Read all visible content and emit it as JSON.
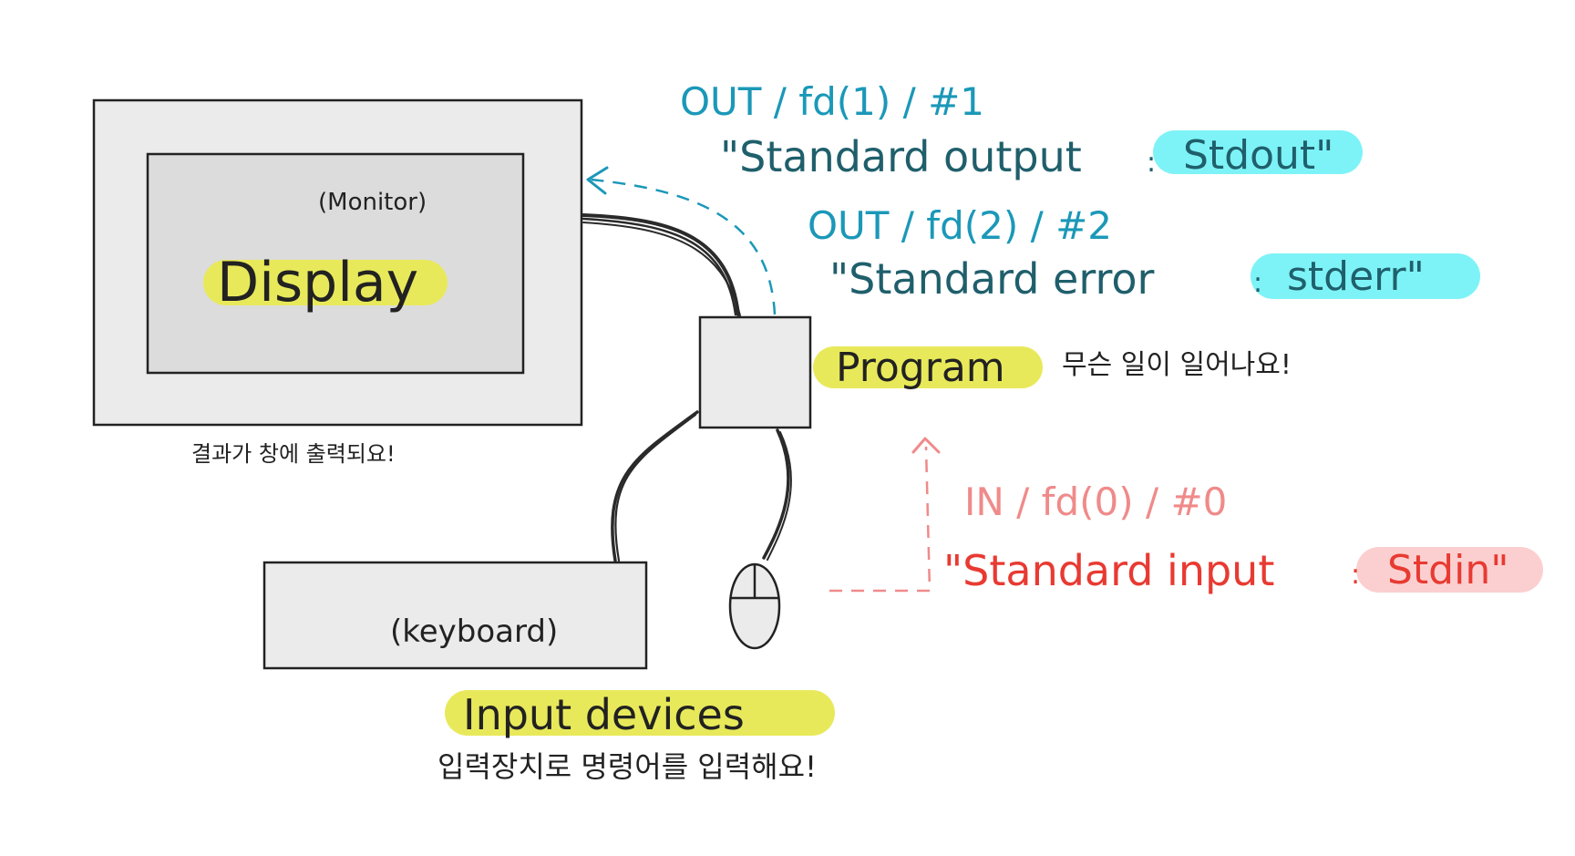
{
  "colors": {
    "ink": "#222222",
    "blue_text": "#1b98b8",
    "blue_dark": "#1f5f6b",
    "cyan_highlight": "#7df3f7",
    "yellow_highlight": "#e8e95a",
    "red_light": "#f08a8a",
    "red_text": "#e83a32",
    "pink_highlight": "#fbcfcf",
    "box_fill_outer": "#ebebeb",
    "box_fill_inner": "#dcdcdc"
  },
  "display": {
    "monitor_note": "(Monitor)",
    "title": "Display",
    "caption": "결과가 창에 출력되요!"
  },
  "program": {
    "title": "Program",
    "note": "무슨 일이 일어나요!"
  },
  "stdout": {
    "header": "OUT / fd(1) / #1",
    "label": "\"Standard output",
    "separator": ":",
    "name": "Stdout\""
  },
  "stderr": {
    "header": "OUT / fd(2) / #2",
    "label": "\"Standard error",
    "separator": ":",
    "name": "stderr\""
  },
  "stdin": {
    "header": "IN / fd(0) / #0",
    "label": "\"Standard input",
    "separator": ":",
    "name": "Stdin\""
  },
  "keyboard": {
    "label": "(keyboard)"
  },
  "input_devices": {
    "title": "Input devices",
    "caption": "입력장치로 명령어를 입력해요!"
  }
}
